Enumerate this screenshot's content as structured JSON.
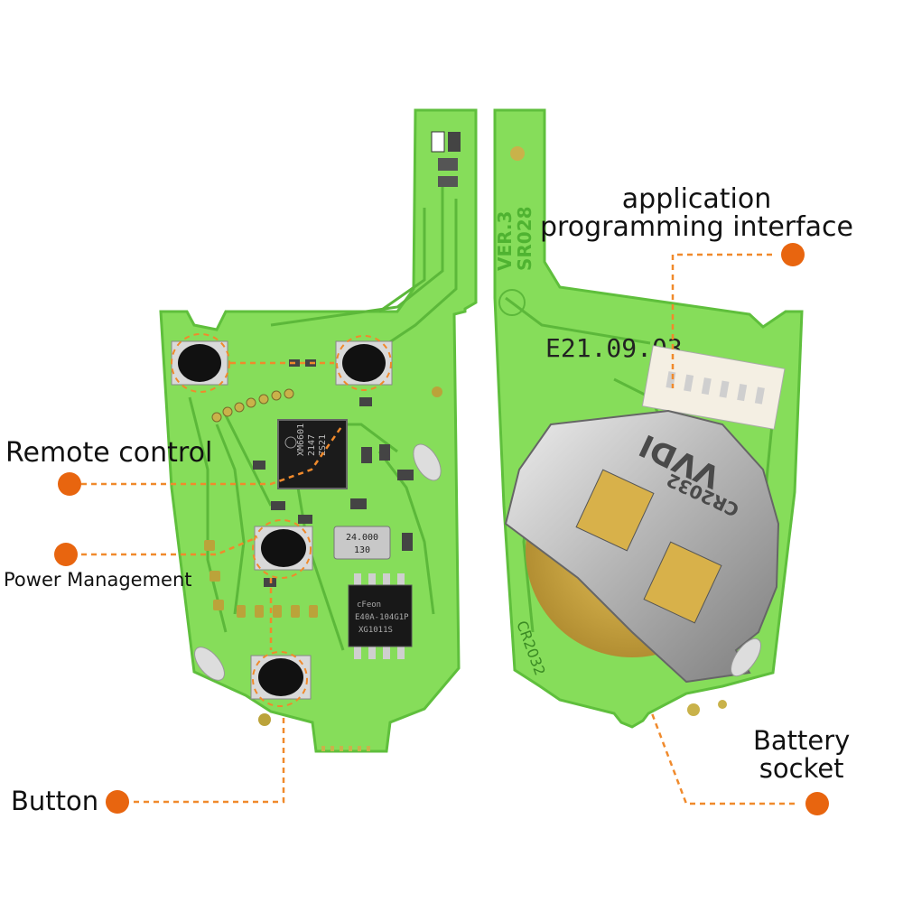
{
  "callouts": {
    "remote_control": "Remote control",
    "power_management": "Power Management",
    "button": "Button",
    "api_line1": "application",
    "api_line2": "programming interface",
    "battery_line1": "Battery",
    "battery_line2": "socket"
  },
  "board_markings": {
    "main_chip_line1": "XM6601",
    "main_chip_line2": "2147",
    "main_chip_line3": "ZS21",
    "crystal_line1": "24.000",
    "crystal_line2": "130",
    "eeprom_line1": "cFeon",
    "eeprom_line2": "E40A-104G1P",
    "eeprom_line3": "XG1011S",
    "version_line1": "VER.3",
    "version_line2": "SR028",
    "date_code": "E21.09.03",
    "battery_model": "CR2032",
    "holder_marking_line1": "VVDI",
    "holder_marking_line2": "CR2032"
  },
  "colors": {
    "pcb_green": "#7ed957",
    "pcb_dark": "#4cae32",
    "callout_orange": "#e8650f",
    "leader_orange": "#f08a2c"
  }
}
